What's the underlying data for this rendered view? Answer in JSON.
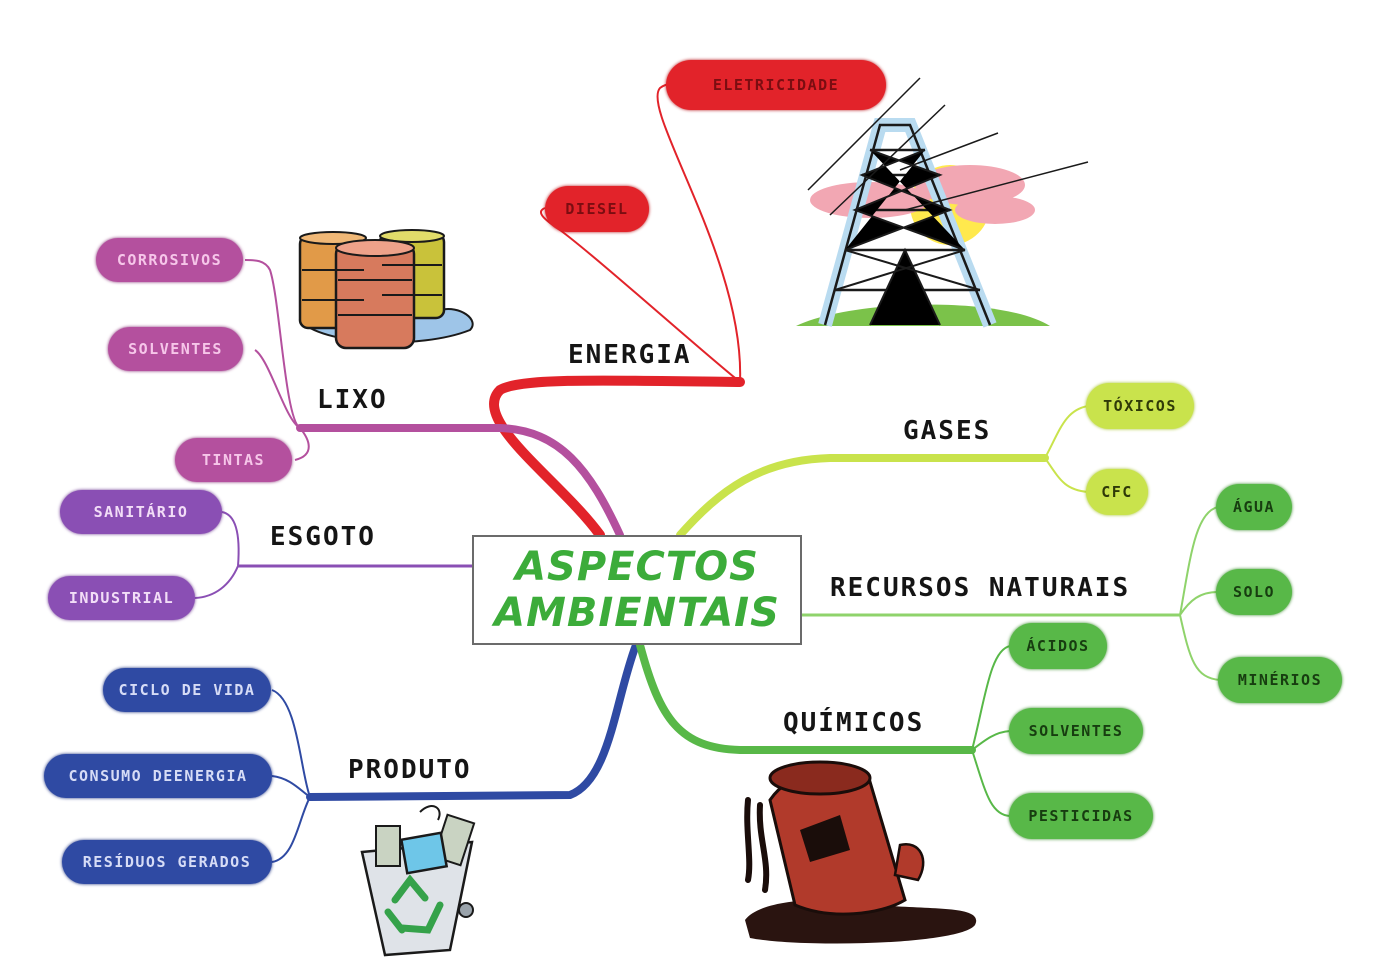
{
  "center": {
    "line1": "ASPECTOS",
    "line2": "AMBIENTAIS"
  },
  "branches": {
    "energia": {
      "label": "ENERGIA",
      "color": "#e2232a",
      "children": [
        "ELETRICIDADE",
        "DIESEL"
      ]
    },
    "lixo": {
      "label": "LIXO",
      "color": "#b4509e",
      "children": [
        "CORROSIVOS",
        "SOLVENTES",
        "TINTAS"
      ]
    },
    "esgoto": {
      "label": "ESGOTO",
      "color": "#8a4fb4",
      "children": [
        "SANITÁRIO",
        "INDUSTRIAL"
      ]
    },
    "produto": {
      "label": "PRODUTO",
      "color": "#2f4aa3",
      "children": [
        "CICLO DE VIDA",
        "CONSUMO DEENERGIA",
        "RESÍDUOS GERADOS"
      ]
    },
    "gases": {
      "label": "GASES",
      "color": "#c9e34c",
      "children": [
        "TÓXICOS",
        "CFC"
      ]
    },
    "recursos": {
      "label": "RECURSOS NATURAIS",
      "color": "#8fd36b",
      "children": [
        "ÁGUA",
        "SOLO",
        "MINÉRIOS"
      ]
    },
    "quimicos": {
      "label": "QUÍMICOS",
      "color": "#58b848",
      "children": [
        "ÁCIDOS",
        "SOLVENTES",
        "PESTICIDAS"
      ]
    }
  },
  "illustrations": [
    "power-tower-icon",
    "barrels-icon",
    "recycle-bin-icon",
    "spilled-drum-icon"
  ]
}
